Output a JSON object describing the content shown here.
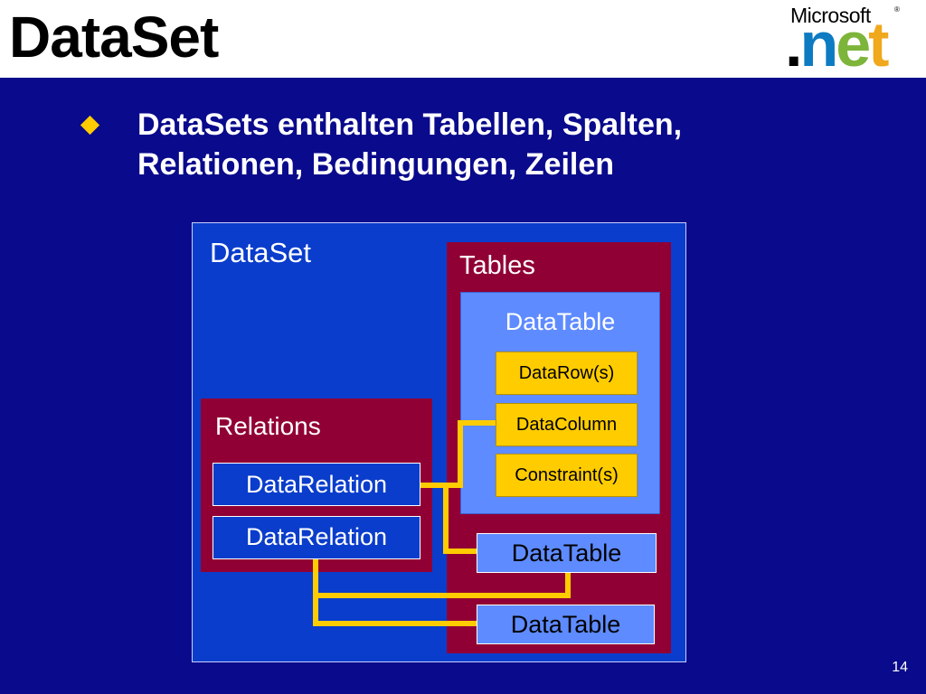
{
  "header": {
    "title": "DataSet",
    "logo": {
      "brand": "Microsoft",
      "registered": "®",
      "dot": ".",
      "n": "n",
      "e": "e",
      "t": "t"
    }
  },
  "slide": {
    "bullet_text": "DataSets enthalten Tabellen, Spalten, Relationen, Bedingungen, Zeilen",
    "page_number": "14"
  },
  "diagram": {
    "dataset_label": "DataSet",
    "tables_label": "Tables",
    "datatable_main_label": "DataTable",
    "datarows_label": "DataRow(s)",
    "datacolumn_label": "DataColumn",
    "constraints_label": "Constraint(s)",
    "relations_label": "Relations",
    "datarelation_1_label": "DataRelation",
    "datarelation_2_label": "DataRelation",
    "datatable_2_label": "DataTable",
    "datatable_3_label": "DataTable"
  },
  "colors": {
    "slide_background": "#0a0a8c",
    "dataset_fill": "#0a3dcc",
    "container_fill": "#910034",
    "datatable_fill": "#5e8bff",
    "highlight_yellow": "#ffcc00"
  }
}
